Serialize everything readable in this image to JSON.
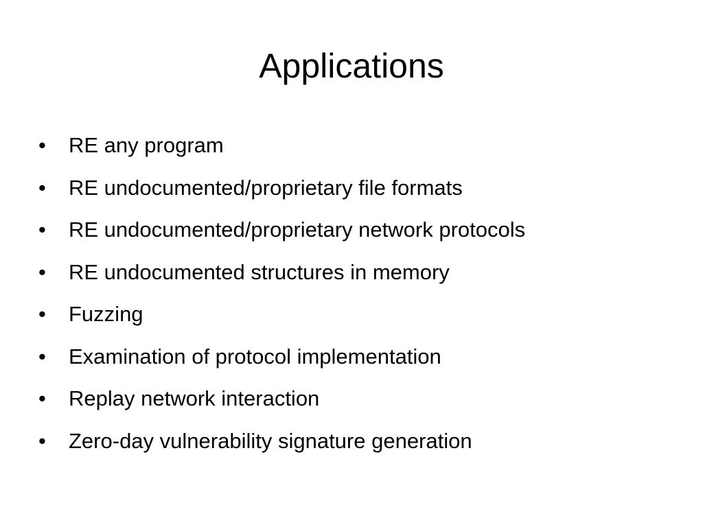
{
  "slide": {
    "title": "Applications",
    "bullet_glyph": "•",
    "bullets": [
      "RE any program",
      "RE undocumented/proprietary file formats",
      "RE undocumented/proprietary network protocols",
      "RE undocumented structures in memory",
      "Fuzzing",
      "Examination of protocol implementation",
      "Replay network interaction",
      "Zero-day vulnerability signature generation"
    ]
  }
}
